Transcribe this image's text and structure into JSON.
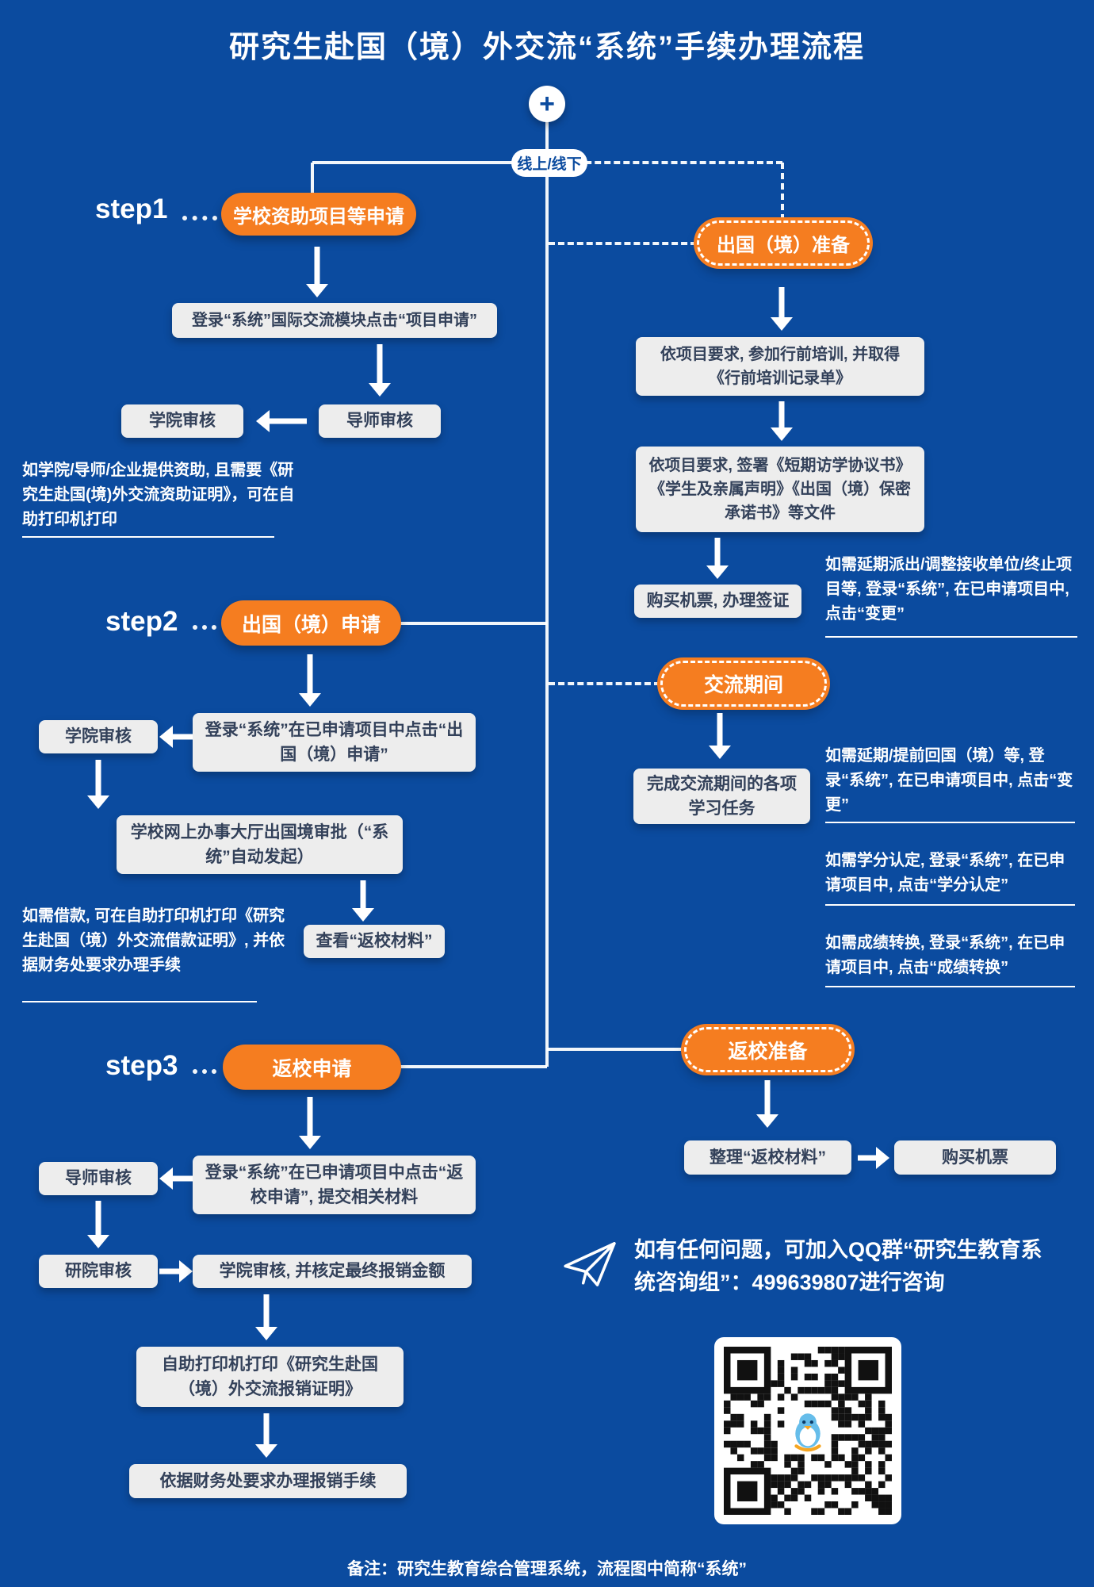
{
  "title": "研究生赴国（境）外交流“系统”手续办理流程",
  "footer": "备注：研究生教育综合管理系统，流程图中简称“系统”",
  "colors": {
    "background": "#0B4B9F",
    "orange": "#F57D20",
    "box_bg": "#EDEDED",
    "box_text": "#33415A",
    "white": "#FFFFFF"
  },
  "top": {
    "plus_icon": "+",
    "branch_label": "线上/线下"
  },
  "steps": {
    "step1": {
      "label": "step1",
      "pill": "学校资助项目等申请"
    },
    "step2": {
      "label": "step2",
      "pill": "出国（境）申请"
    },
    "step3": {
      "label": "step3",
      "pill": "返校申请"
    }
  },
  "step1_flow": {
    "apply_box": "登录“系统”国际交流模块点击“项目申请”",
    "mentor_review": "导师审核",
    "college_review": "学院审核",
    "note": "如学院/导师/企业提供资助, 且需要《研究生赴国(境)外交流资助证明》，可在自助打印机打印"
  },
  "step2_flow": {
    "apply_box": "登录“系统”在已申请项目中点击“出国（境）申请”",
    "college_review": "学院审核",
    "approval_box": "学校网上办事大厅出国境审批（“系统”自动发起）",
    "materials_box": "查看“返校材料”",
    "note": "如需借款, 可在自助打印机打印《研究生赴国（境）外交流借款证明》, 并依据财务处要求办理手续"
  },
  "step3_flow": {
    "apply_box": "登录“系统”在已申请项目中点击“返校申请”, 提交相关材料",
    "mentor_review": "导师审核",
    "graduate_school_review": "研院审核",
    "college_review_box": "学院审核, 并核定最终报销金额",
    "print_box": "自助打印机打印《研究生赴国（境）外交流报销证明》",
    "finance_box": "依据财务处要求办理报销手续"
  },
  "abroad_prep": {
    "pill": "出国（境）准备",
    "training_box": "依项目要求, 参加行前培训, 并取得《行前培训记录单》",
    "documents_box": "依项目要求, 签署《短期访学协议书》《学生及亲属声明》《出国（境）保密承诺书》等文件",
    "ticket_box": "购买机票, 办理签证",
    "note": "如需延期派出/调整接收单位/终止项目等, 登录“系统”, 在已申请项目中, 点击“变更”"
  },
  "during_exchange": {
    "pill": "交流期间",
    "tasks_box": "完成交流期间的各项学习任务",
    "note_change": "如需延期/提前回国（境）等, 登录“系统”, 在已申请项目中, 点击“变更”",
    "note_credit": "如需学分认定, 登录“系统”, 在已申请项目中, 点击“学分认定”",
    "note_grade": "如需成绩转换, 登录“系统”, 在已申请项目中, 点击“成绩转换”"
  },
  "return_prep": {
    "pill": "返校准备",
    "materials_box": "整理“返校材料”",
    "ticket_box": "购买机票"
  },
  "contact": {
    "text": "如有任何问题，可加入QQ群“研究生教育系统咨询组”：499639807进行咨询"
  }
}
